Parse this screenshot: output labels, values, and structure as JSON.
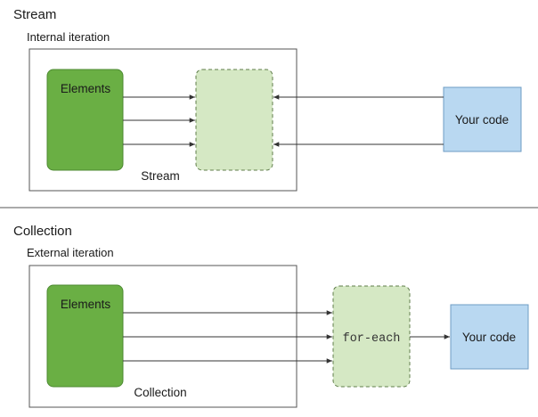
{
  "stream": {
    "title": "Stream",
    "subtitle": "Internal iteration",
    "elements_label": "Elements",
    "container_label": "Stream",
    "code_label": "Your code"
  },
  "collection": {
    "title": "Collection",
    "subtitle": "External iteration",
    "elements_label": "Elements",
    "container_label": "Collection",
    "foreach_label": "for-each",
    "code_label": "Your code"
  },
  "colors": {
    "elements_fill": "#6aaf44",
    "elements_stroke": "#4c8a31",
    "dashed_fill": "#d5e8c4",
    "dashed_stroke": "#5f7d4a",
    "code_fill": "#b9d8f1",
    "code_stroke": "#6e9cc4",
    "frame_stroke": "#555555",
    "arrow": "#333333"
  }
}
